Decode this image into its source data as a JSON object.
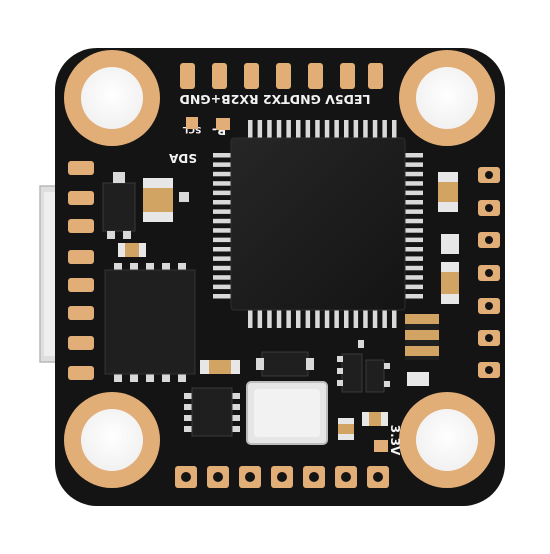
{
  "board": {
    "labels": {
      "top_row": "LED5V GNDTX2 RX2B+GND",
      "b_minus": "B-",
      "scl": "SCL",
      "sda": "SDA",
      "v33": "3.3V"
    }
  },
  "colors": {
    "pcb": "#141414",
    "copper": "#e2ae77",
    "copper_dark": "#c98f55",
    "chip": "#1e1e1e",
    "pin": "#d9d9d9",
    "connector": "#e6e6e6",
    "smd_cap": "#d2a463",
    "silkscreen": "#f2f2f2"
  },
  "icons": {
    "mounting_hole": "mounting-hole-icon",
    "mcu": "microcontroller-chip-icon",
    "connector": "side-connector-icon"
  }
}
